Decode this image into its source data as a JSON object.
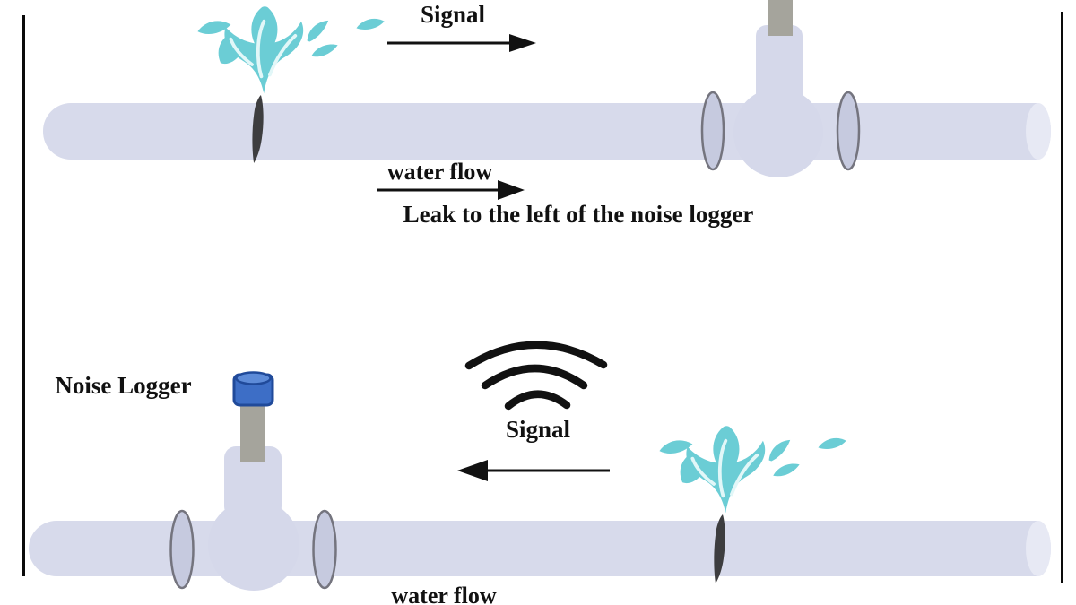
{
  "labels": {
    "top_signal": "Signal",
    "top_water_flow": "water flow",
    "top_caption": "Leak to the left of the noise logger",
    "noise_logger": "Noise Logger",
    "bottom_signal": "Signal",
    "bottom_water_flow": "water flow"
  },
  "icons": {
    "water_splash": "cartoon water spray bursting from pipe crack",
    "leak_crack": "dark sliver crack in pipe wall",
    "noise_logger_fitting": "T-fitting with sensor stem (bottom one has blue cap)",
    "signal_waves": "three concentric acoustic signal arcs",
    "arrow_right": "signal / water flow direction arrow pointing right",
    "arrow_left": "signal direction arrow pointing left",
    "flange": "elliptical pipe flange"
  },
  "colors": {
    "background": "#ffffff",
    "ink": "#111111",
    "frame": "#0a0a0a",
    "pipe": "#d7daeb",
    "pipe_end": "#e7e9f4",
    "fitting": "#d5d8ea",
    "flange_fill": "#c6cadf",
    "flange_stroke": "#74747e",
    "stem": "#a5a49c",
    "cap_fill": "#3d6ec6",
    "cap_stroke": "#204a9a",
    "cap_top": "#5d8bd8",
    "splash": "#6bcdd5",
    "splash_highlight": "#e2f7f8",
    "crack": "#3d3d3f"
  }
}
